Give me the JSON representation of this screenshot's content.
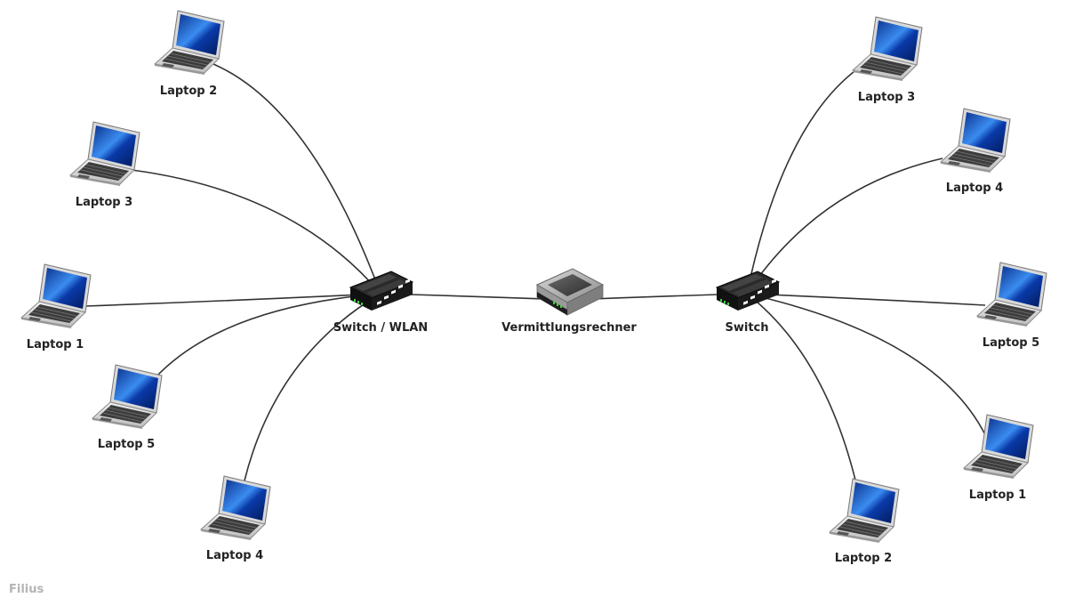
{
  "brand": "Filius",
  "colors": {
    "cable": "#333333",
    "screen": "#1a5fd6",
    "switch_body": "#1c1c1c",
    "router_body": "#7a7a7a"
  },
  "nodes": [
    {
      "id": "laptop-l2",
      "type": "laptop",
      "label": "Laptop 2"
    },
    {
      "id": "laptop-l3",
      "type": "laptop",
      "label": "Laptop 3"
    },
    {
      "id": "laptop-l1",
      "type": "laptop",
      "label": "Laptop 1"
    },
    {
      "id": "laptop-l5",
      "type": "laptop",
      "label": "Laptop 5"
    },
    {
      "id": "laptop-l4",
      "type": "laptop",
      "label": "Laptop 4"
    },
    {
      "id": "switch-wlan",
      "type": "switch",
      "label": "Switch / WLAN"
    },
    {
      "id": "router",
      "type": "router",
      "label": "Vermittlungsrechner"
    },
    {
      "id": "switch-right",
      "type": "switch",
      "label": "Switch"
    },
    {
      "id": "laptop-r3",
      "type": "laptop",
      "label": "Laptop 3"
    },
    {
      "id": "laptop-r4",
      "type": "laptop",
      "label": "Laptop 4"
    },
    {
      "id": "laptop-r5",
      "type": "laptop",
      "label": "Laptop 5"
    },
    {
      "id": "laptop-r1",
      "type": "laptop",
      "label": "Laptop 1"
    },
    {
      "id": "laptop-r2",
      "type": "laptop",
      "label": "Laptop 2"
    }
  ],
  "connections": [
    [
      "switch-wlan",
      "laptop-l2"
    ],
    [
      "switch-wlan",
      "laptop-l3"
    ],
    [
      "switch-wlan",
      "laptop-l1"
    ],
    [
      "switch-wlan",
      "laptop-l5"
    ],
    [
      "switch-wlan",
      "laptop-l4"
    ],
    [
      "switch-wlan",
      "router"
    ],
    [
      "router",
      "switch-right"
    ],
    [
      "switch-right",
      "laptop-r3"
    ],
    [
      "switch-right",
      "laptop-r4"
    ],
    [
      "switch-right",
      "laptop-r5"
    ],
    [
      "switch-right",
      "laptop-r1"
    ],
    [
      "switch-right",
      "laptop-r2"
    ]
  ]
}
